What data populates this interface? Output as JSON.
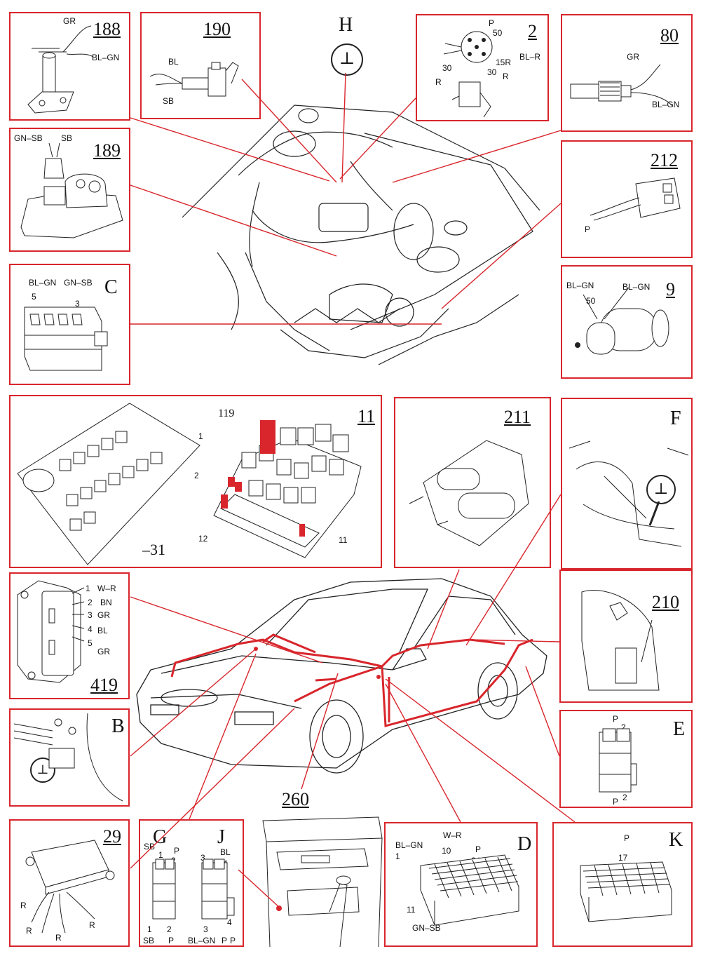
{
  "panels": {
    "p188": {
      "number": "188",
      "labels": [
        "GR",
        "BL–GN"
      ]
    },
    "p190": {
      "number": "190",
      "labels": [
        "BL",
        "SB"
      ]
    },
    "pH": {
      "letter": "H",
      "ground_symbol": "⊥"
    },
    "p2": {
      "number": "2",
      "labels": [
        "P",
        "50",
        "BL–R",
        "15R",
        "30",
        "30",
        "R",
        "R"
      ]
    },
    "p80": {
      "number": "80",
      "labels": [
        "GR",
        "BL–GN"
      ]
    },
    "p189": {
      "number": "189",
      "labels": [
        "GN–SB",
        "SB"
      ]
    },
    "p212": {
      "number": "212",
      "labels": [
        "P"
      ]
    },
    "pC": {
      "letter": "C",
      "labels": [
        "BL–GN",
        "GN–SB",
        "5",
        "3"
      ]
    },
    "p9": {
      "number": "9",
      "labels": [
        "BL–GN",
        "BL–GN",
        "50"
      ]
    },
    "p11": {
      "number": "11",
      "labels": [
        "119",
        "1",
        "2",
        "12",
        "11",
        "–31"
      ]
    },
    "p211": {
      "number": "211"
    },
    "pF": {
      "letter": "F",
      "ground_symbol": "⊥"
    },
    "p419": {
      "number": "419",
      "labels": [
        "1",
        "W–R",
        "2",
        "BN",
        "3",
        "GR",
        "4",
        "BL",
        "5",
        "GR"
      ]
    },
    "p210": {
      "number": "210"
    },
    "pB": {
      "letter": "B",
      "ground_symbol": "⊥"
    },
    "pE": {
      "letter": "E",
      "labels": [
        "P",
        "2",
        "P",
        "2"
      ]
    },
    "p29": {
      "number": "29",
      "labels": [
        "R",
        "R",
        "R",
        "R"
      ]
    },
    "pGJ": {
      "letters": [
        "G",
        "J"
      ],
      "labels": [
        "SB",
        "1",
        "P",
        "2",
        "1",
        "2",
        "SB",
        "P",
        "BL",
        "3",
        "4",
        "3",
        "4",
        "BL–GN",
        "P",
        "P"
      ]
    },
    "p260": {
      "number": "260"
    },
    "pD": {
      "letter": "D",
      "labels": [
        "BL–GN",
        "W–R",
        "P",
        "10",
        "24",
        "1",
        "11",
        "GN–SB"
      ]
    },
    "pK": {
      "letter": "K",
      "labels": [
        "P",
        "17"
      ]
    }
  },
  "colors": {
    "accent": "#d8262c",
    "line": "#222222"
  }
}
